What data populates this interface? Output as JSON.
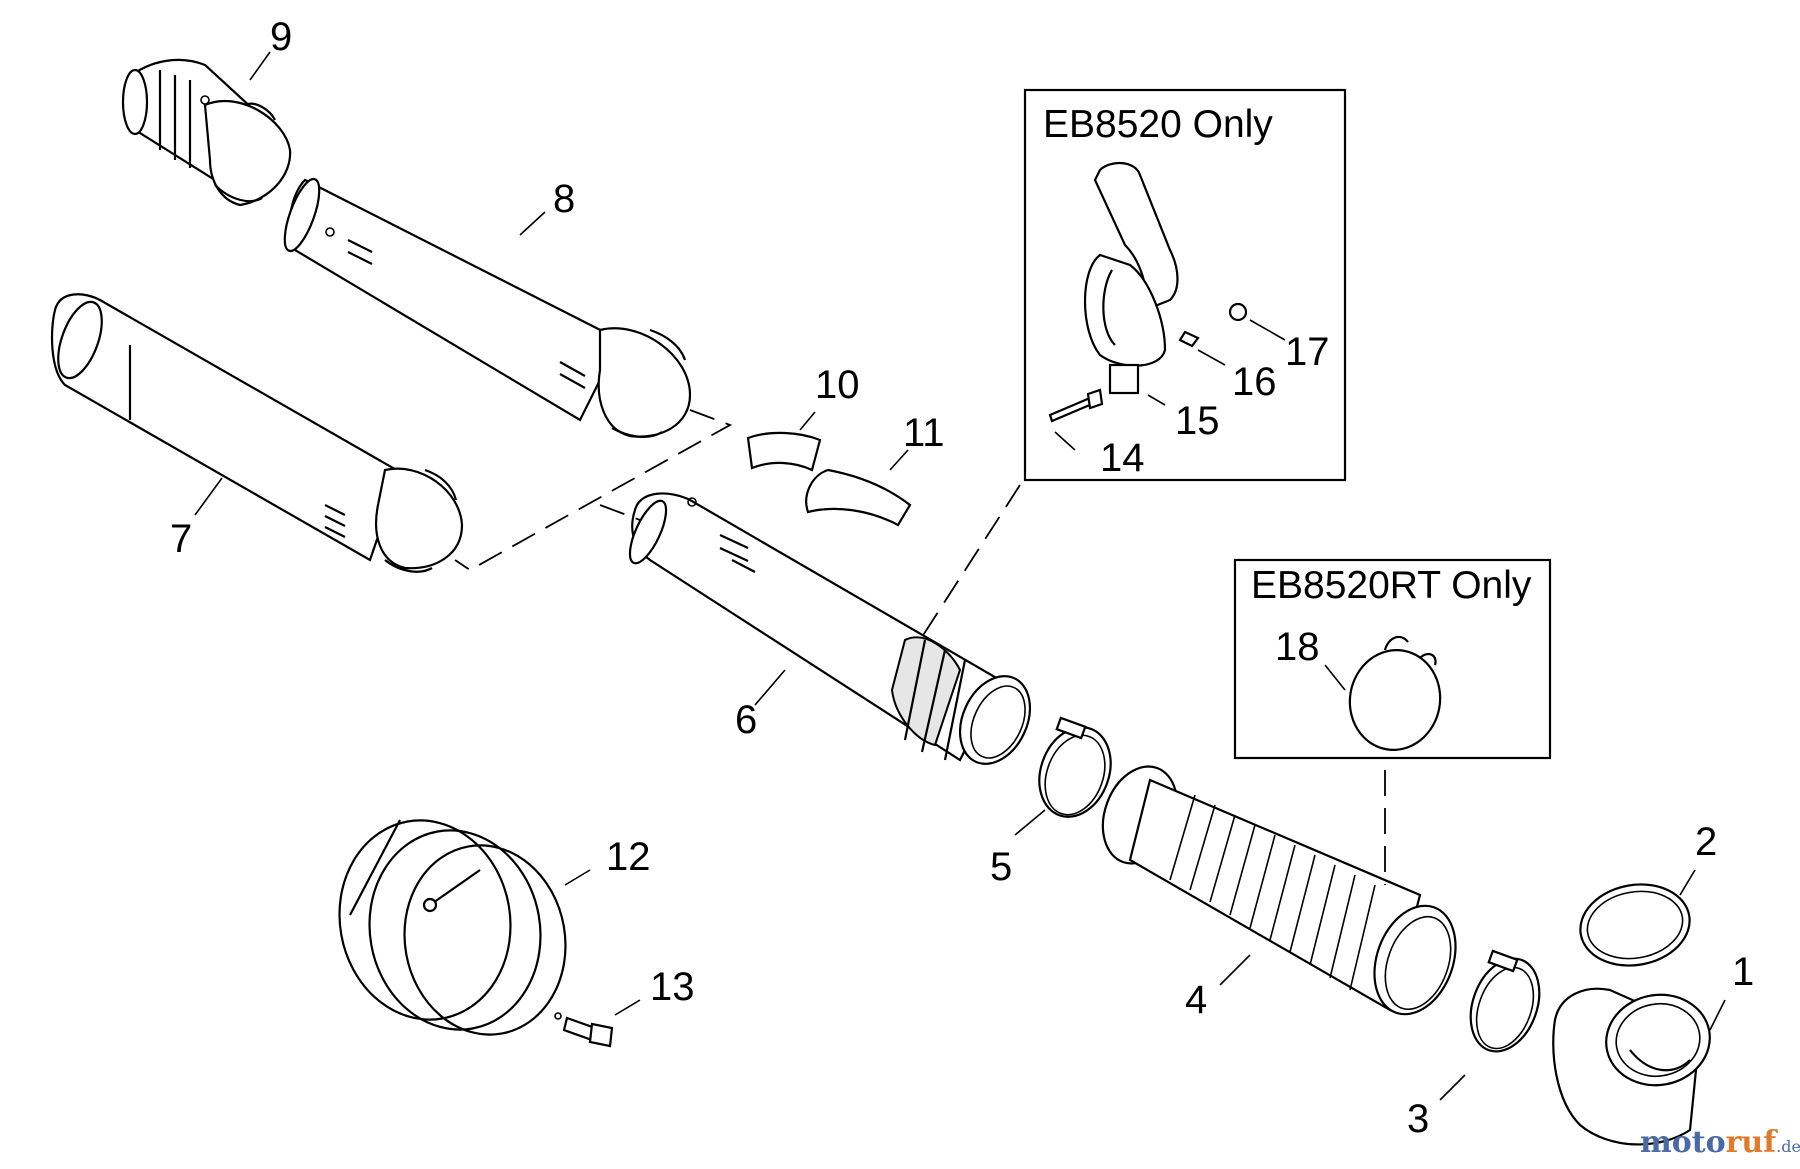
{
  "diagram": {
    "callouts": {
      "c1": "1",
      "c2": "2",
      "c3": "3",
      "c4": "4",
      "c5": "5",
      "c6": "6",
      "c7": "7",
      "c8": "8",
      "c9": "9",
      "c10": "10",
      "c11": "11",
      "c12": "12",
      "c13": "13",
      "c14": "14",
      "c15": "15",
      "c16": "16",
      "c17": "17",
      "c18": "18"
    },
    "inset_boxes": {
      "eb8520": {
        "title": "EB8520 Only"
      },
      "eb8520rt": {
        "title": "EB8520RT Only"
      }
    }
  },
  "watermark": {
    "part1": "moto",
    "part2": "ruf",
    "part3": ".de"
  }
}
